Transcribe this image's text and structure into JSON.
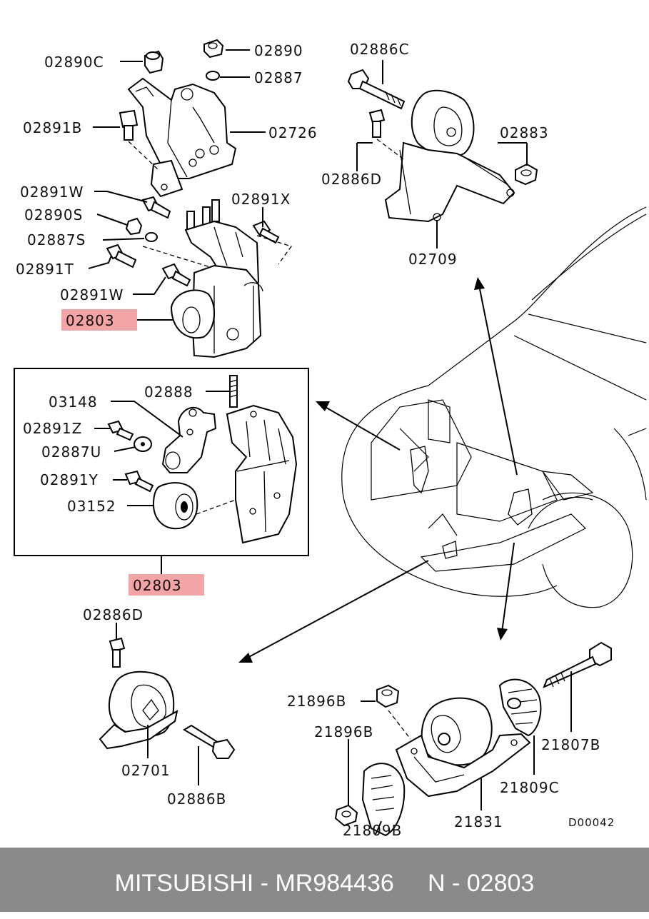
{
  "labels": {
    "l_02890C": "02890C",
    "l_02890": "02890",
    "l_02887": "02887",
    "l_02886C": "02886C",
    "l_02891B": "02891B",
    "l_02726": "02726",
    "l_02883": "02883",
    "l_02886D_top": "02886D",
    "l_02891W_a": "02891W",
    "l_02891X": "02891X",
    "l_02890S": "02890S",
    "l_02887S": "02887S",
    "l_02709": "02709",
    "l_02891T": "02891T",
    "l_02891W_b": "02891W",
    "l_02803_top": "02803",
    "l_03148": "03148",
    "l_02888": "02888",
    "l_02891Z": "02891Z",
    "l_02887U": "02887U",
    "l_02891Y": "02891Y",
    "l_03152": "03152",
    "l_02803_box": "02803",
    "l_02886D_bot": "02886D",
    "l_02701": "02701",
    "l_02886B": "02886B",
    "l_21896B_a": "21896B",
    "l_21896B_b": "21896B",
    "l_21807B": "21807B",
    "l_21809C": "21809C",
    "l_21831": "21831",
    "l_21809B": "21809B",
    "l_D00042": "D00042"
  },
  "highlight_color": "#f3a4a4",
  "footer": {
    "text": "MITSUBISHI - MR984436     N - 02803",
    "background": "#8a8a8a"
  }
}
